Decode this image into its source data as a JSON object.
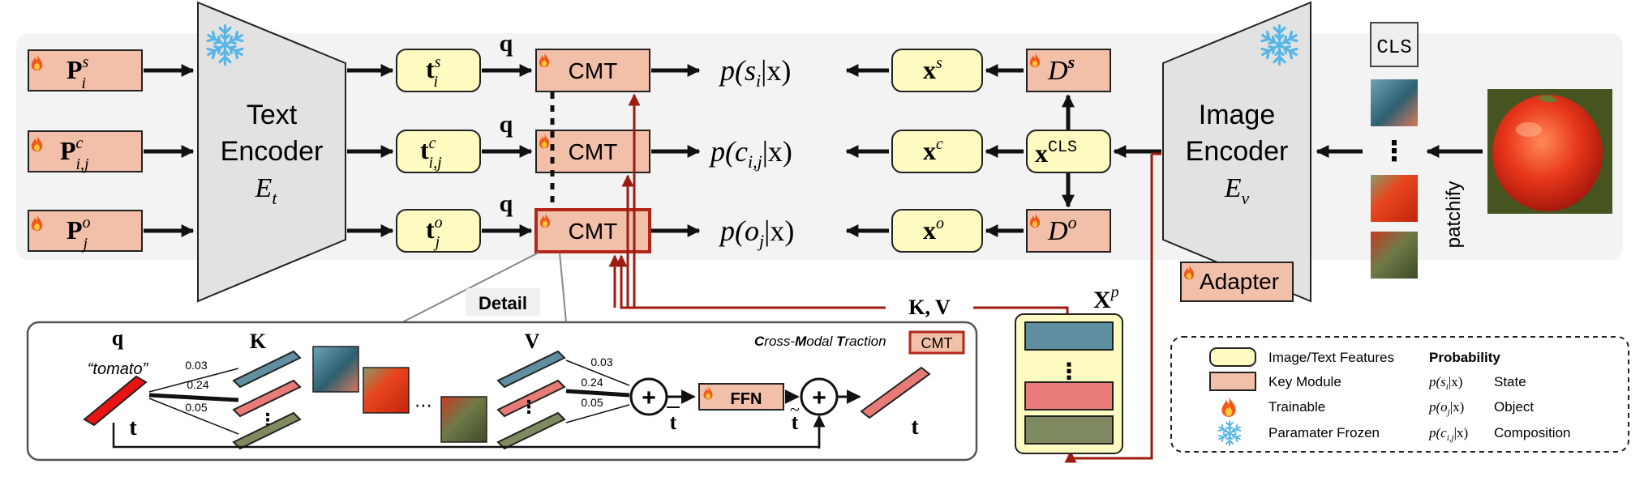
{
  "colors": {
    "module_fill": "#f2bfa8",
    "feature_fill": "#fdfbbf",
    "dark_red": "#9e1b0f",
    "bg_band": "#f3f3f3",
    "encoder_fill": "#e2e2e2",
    "token_blue": "#5f8fa1",
    "token_pink": "#e87a77",
    "token_olive": "#7f8a61",
    "token_red": "#e81414"
  },
  "icons": {
    "trainable": "fire-icon",
    "frozen": "snowflake-icon"
  },
  "prompts": {
    "state": {
      "base": "P",
      "sup": "s",
      "sub": "i"
    },
    "comp": {
      "base": "P",
      "sup": "c",
      "sub": "i,j"
    },
    "object": {
      "base": "P",
      "sup": "o",
      "sub": "j"
    }
  },
  "text_encoder": {
    "line1": "Text",
    "line2": "Encoder",
    "sym": "E",
    "sym_sub": "t"
  },
  "text_tokens": {
    "state": {
      "base": "t",
      "sup": "s",
      "sub": "i"
    },
    "comp": {
      "base": "t",
      "sup": "c",
      "sub": "i,j"
    },
    "object": {
      "base": "t",
      "sup": "o",
      "sub": "j"
    }
  },
  "q_label": "q",
  "cmt_label": "CMT",
  "probs": {
    "state": {
      "var": "s",
      "sub": "i",
      "cond": "|x)"
    },
    "comp": {
      "var": "c",
      "sub": "i,j",
      "cond": "|x)"
    },
    "object": {
      "var": "o",
      "sub": "j",
      "cond": "|x)"
    }
  },
  "img_features": {
    "state": {
      "base": "x",
      "sup": "s"
    },
    "comp": {
      "base": "x",
      "sup": "c"
    },
    "object": {
      "base": "x",
      "sup": "o"
    }
  },
  "decoders": {
    "state": {
      "base": "D",
      "sup": "s"
    },
    "object": {
      "base": "D",
      "sup": "o"
    }
  },
  "cls_feature": {
    "base": "x",
    "sup": "CLS"
  },
  "image_encoder": {
    "line1": "Image",
    "line2": "Encoder",
    "sym": "E",
    "sym_sub": "v"
  },
  "adapter_label": "Adapter",
  "cls_token": "CLS",
  "ellipsis_v": "⋮",
  "ellipsis_h": "⋯",
  "patchify_label": "patchify",
  "kv_label": "K, V",
  "xp": {
    "base": "X",
    "sup": "p"
  },
  "detail": {
    "tab": "Detail",
    "title_parts": [
      "C",
      "ross-",
      "M",
      "odal ",
      "T",
      "raction"
    ],
    "title_badge": "CMT",
    "q": "q",
    "k": "K",
    "v": "V",
    "word": "“tomato”",
    "t": "t",
    "t_bar": "t",
    "t_tilde": "t",
    "tilde": "~",
    "weights_k": [
      "0.03",
      "0.24",
      "0.05"
    ],
    "weights_v": [
      "0.03",
      "0.24",
      "0.05"
    ],
    "plus": "+",
    "ffn": "FFN"
  },
  "legend": {
    "features": "Image/Text Features",
    "key_module": "Key Module",
    "trainable": "Trainable",
    "frozen": "Paramater Frozen",
    "prob_title": "Probability",
    "rows": [
      {
        "var": "s",
        "sub": "i",
        "text": "State"
      },
      {
        "var": "o",
        "sub": "j",
        "text": "Object"
      },
      {
        "var": "c",
        "sub": "i,j",
        "text": "Composition"
      }
    ]
  }
}
